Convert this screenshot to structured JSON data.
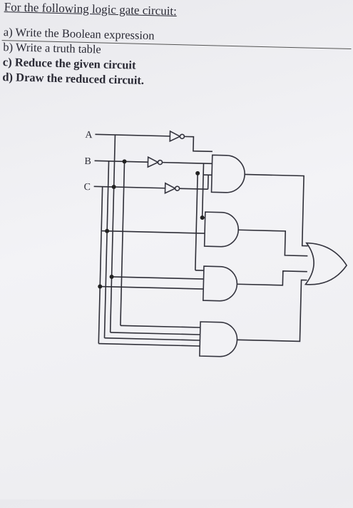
{
  "problem": {
    "heading": "For the following logic gate circuit:",
    "items": [
      "a) Write the Boolean expression",
      "b) Write a truth table",
      "c) Reduce the given circuit",
      "d) Draw the reduced circuit."
    ]
  },
  "circuit": {
    "inputs": [
      "A",
      "B",
      "C"
    ]
  }
}
